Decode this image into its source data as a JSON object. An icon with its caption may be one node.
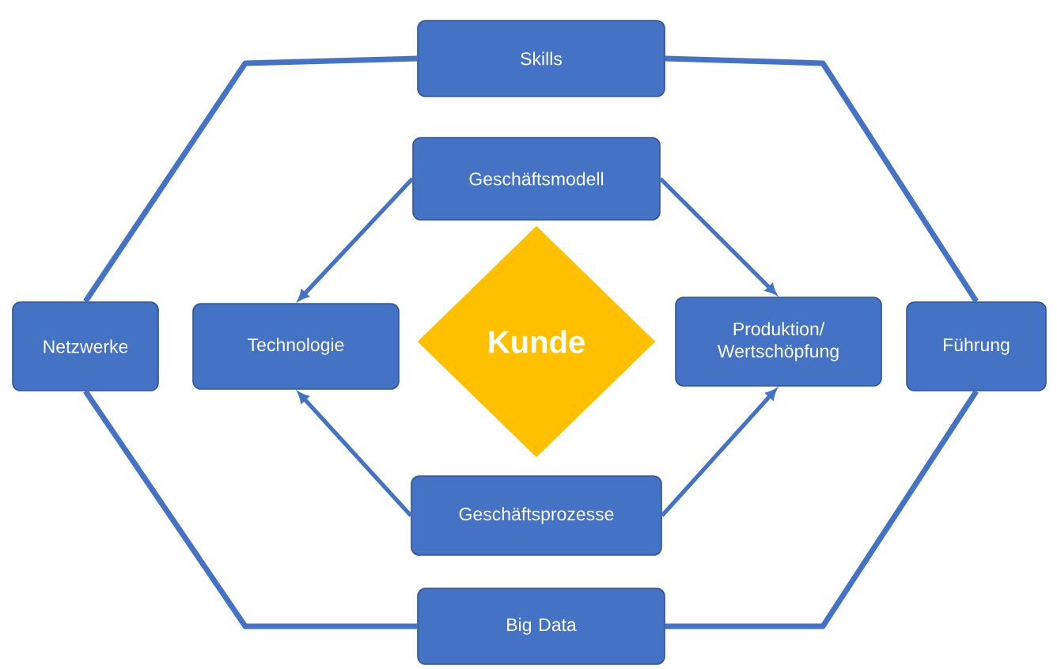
{
  "diagram": {
    "nodes": [
      {
        "text": [
          "Skills"
        ]
      },
      {
        "text": [
          "Geschäftsmodell"
        ]
      },
      {
        "text": [
          "Netzwerke"
        ]
      },
      {
        "text": [
          "Technologie"
        ]
      },
      {
        "text": [
          "Kunde"
        ]
      },
      {
        "text": [
          "Produktion/ Wertschöpfung"
        ]
      },
      {
        "text": [
          "Führung"
        ]
      },
      {
        "text": [
          "Geschäftsprozesse"
        ]
      },
      {
        "text": [
          "Big Data"
        ]
      }
    ],
    "edges": [
      {
        "from": 0,
        "to": 2,
        "arrow": "none"
      },
      {
        "from": 0,
        "to": 6,
        "arrow": "none"
      },
      {
        "from": 8,
        "to": 2,
        "arrow": "none"
      },
      {
        "from": 8,
        "to": 6,
        "arrow": "none"
      },
      {
        "from": 1,
        "to": 3,
        "arrow": "to"
      },
      {
        "from": 1,
        "to": 5,
        "arrow": "to"
      },
      {
        "from": 7,
        "to": 3,
        "arrow": "to"
      },
      {
        "from": 7,
        "to": 5,
        "arrow": "to"
      }
    ]
  }
}
